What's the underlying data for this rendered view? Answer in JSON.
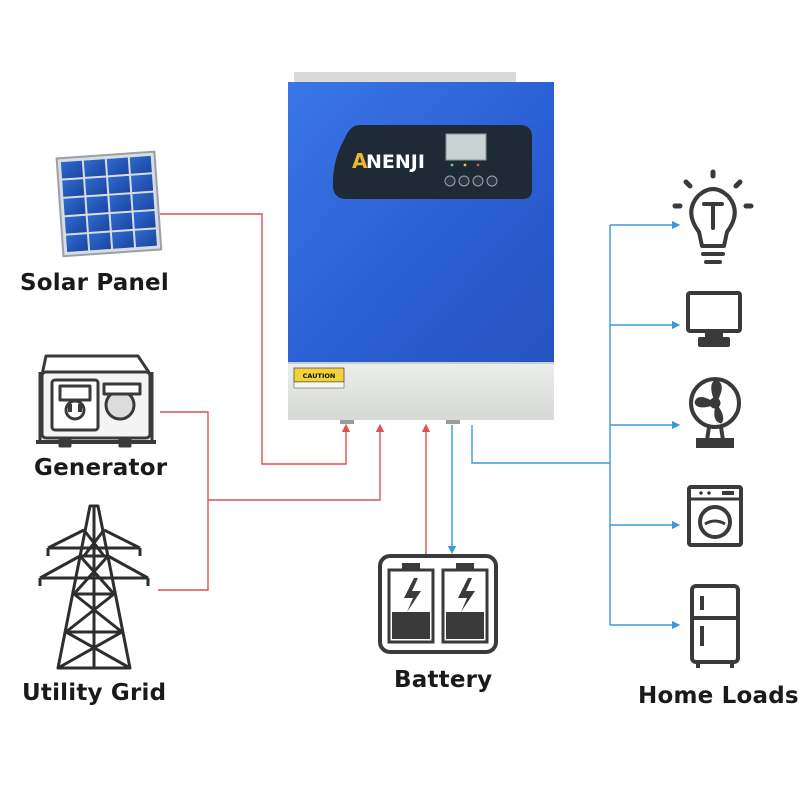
{
  "brand": {
    "name": "NENJI",
    "logo_letter": "A"
  },
  "inverter": {
    "caution_label": "CAUTION"
  },
  "sources": {
    "solar_label": "Solar Panel",
    "generator_label": "Generator",
    "grid_label": "Utility Grid"
  },
  "storage": {
    "battery_label": "Battery"
  },
  "loads": {
    "label": "Home Loads",
    "icons": [
      "light-bulb-icon",
      "monitor-icon",
      "fan-icon",
      "washing-machine-icon",
      "refrigerator-icon"
    ]
  },
  "colors": {
    "input_line": "#d9534f",
    "output_line": "#3a9ad9",
    "inverter_blue": "#2f64d8",
    "inverter_panel": "#e4e6e4",
    "display_bezel": "#1e2a36",
    "icon_stroke": "#3a3a3a",
    "solar_cell": "#2155b8"
  }
}
